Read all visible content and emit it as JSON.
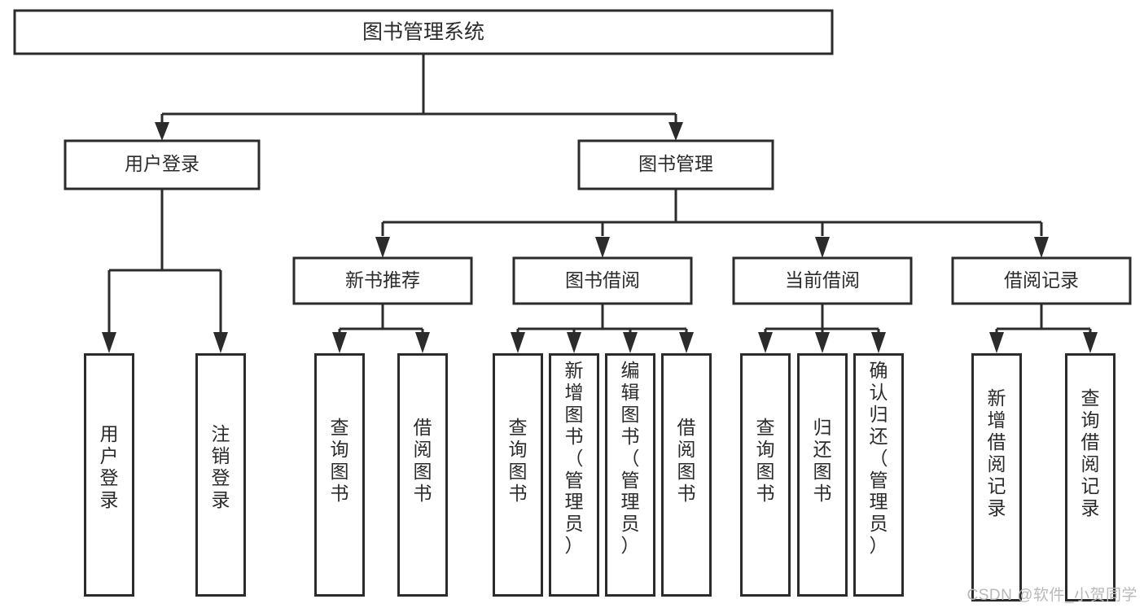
{
  "diagram": {
    "title": "图书管理系统",
    "type": "tree",
    "watermark": "CSDN @软件_小贺同学",
    "colors": {
      "stroke": "#2b2b2b",
      "fill": "#ffffff",
      "background": "#ffffff",
      "watermark": "#b9b9b9"
    },
    "root": {
      "label": "图书管理系统"
    },
    "level2": [
      {
        "id": "user-login",
        "label": "用户登录"
      },
      {
        "id": "book-manage",
        "label": "图书管理"
      }
    ],
    "level3": [
      {
        "id": "new-book-rec",
        "label": "新书推荐",
        "parent": "book-manage"
      },
      {
        "id": "book-borrow",
        "label": "图书借阅",
        "parent": "book-manage"
      },
      {
        "id": "current-borrow",
        "label": "当前借阅",
        "parent": "book-manage"
      },
      {
        "id": "borrow-record",
        "label": "借阅记录",
        "parent": "book-manage"
      }
    ],
    "leaves": [
      {
        "id": "leaf-user-login",
        "label": "用户登录",
        "chars": [
          "用",
          "户",
          "登",
          "录"
        ],
        "parent": "user-login"
      },
      {
        "id": "leaf-user-logout",
        "label": "注销登录",
        "chars": [
          "注",
          "销",
          "登",
          "录"
        ],
        "parent": "user-login"
      },
      {
        "id": "leaf-query-book-1",
        "label": "查询图书",
        "chars": [
          "查",
          "询",
          "图",
          "书"
        ],
        "parent": "new-book-rec"
      },
      {
        "id": "leaf-borrow-book-1",
        "label": "借阅图书",
        "chars": [
          "借",
          "阅",
          "图",
          "书"
        ],
        "parent": "new-book-rec"
      },
      {
        "id": "leaf-query-book-2",
        "label": "查询图书",
        "chars": [
          "查",
          "询",
          "图",
          "书"
        ],
        "parent": "book-borrow"
      },
      {
        "id": "leaf-add-book",
        "label": "新增图书（管理员）",
        "chars": [
          "新",
          "增",
          "图",
          "书",
          "（",
          "管",
          "理",
          "员",
          "）"
        ],
        "parent": "book-borrow"
      },
      {
        "id": "leaf-edit-book",
        "label": "编辑图书（管理员）",
        "chars": [
          "编",
          "辑",
          "图",
          "书",
          "（",
          "管",
          "理",
          "员",
          "）"
        ],
        "parent": "book-borrow"
      },
      {
        "id": "leaf-borrow-book-2",
        "label": "借阅图书",
        "chars": [
          "借",
          "阅",
          "图",
          "书"
        ],
        "parent": "book-borrow"
      },
      {
        "id": "leaf-query-book-3",
        "label": "查询图书",
        "chars": [
          "查",
          "询",
          "图",
          "书"
        ],
        "parent": "current-borrow"
      },
      {
        "id": "leaf-return-book",
        "label": "归还图书",
        "chars": [
          "归",
          "还",
          "图",
          "书"
        ],
        "parent": "current-borrow"
      },
      {
        "id": "leaf-confirm-return",
        "label": "确认归还（管理员）",
        "chars": [
          "确",
          "认",
          "归",
          "还",
          "（",
          "管",
          "理",
          "员",
          "）"
        ],
        "parent": "current-borrow"
      },
      {
        "id": "leaf-add-record",
        "label": "新增借阅记录",
        "chars": [
          "新",
          "增",
          "借",
          "阅",
          "记",
          "录"
        ],
        "parent": "borrow-record"
      },
      {
        "id": "leaf-query-record",
        "label": "查询借阅记录",
        "chars": [
          "查",
          "询",
          "借",
          "阅",
          "记",
          "录"
        ],
        "parent": "borrow-record"
      }
    ]
  }
}
